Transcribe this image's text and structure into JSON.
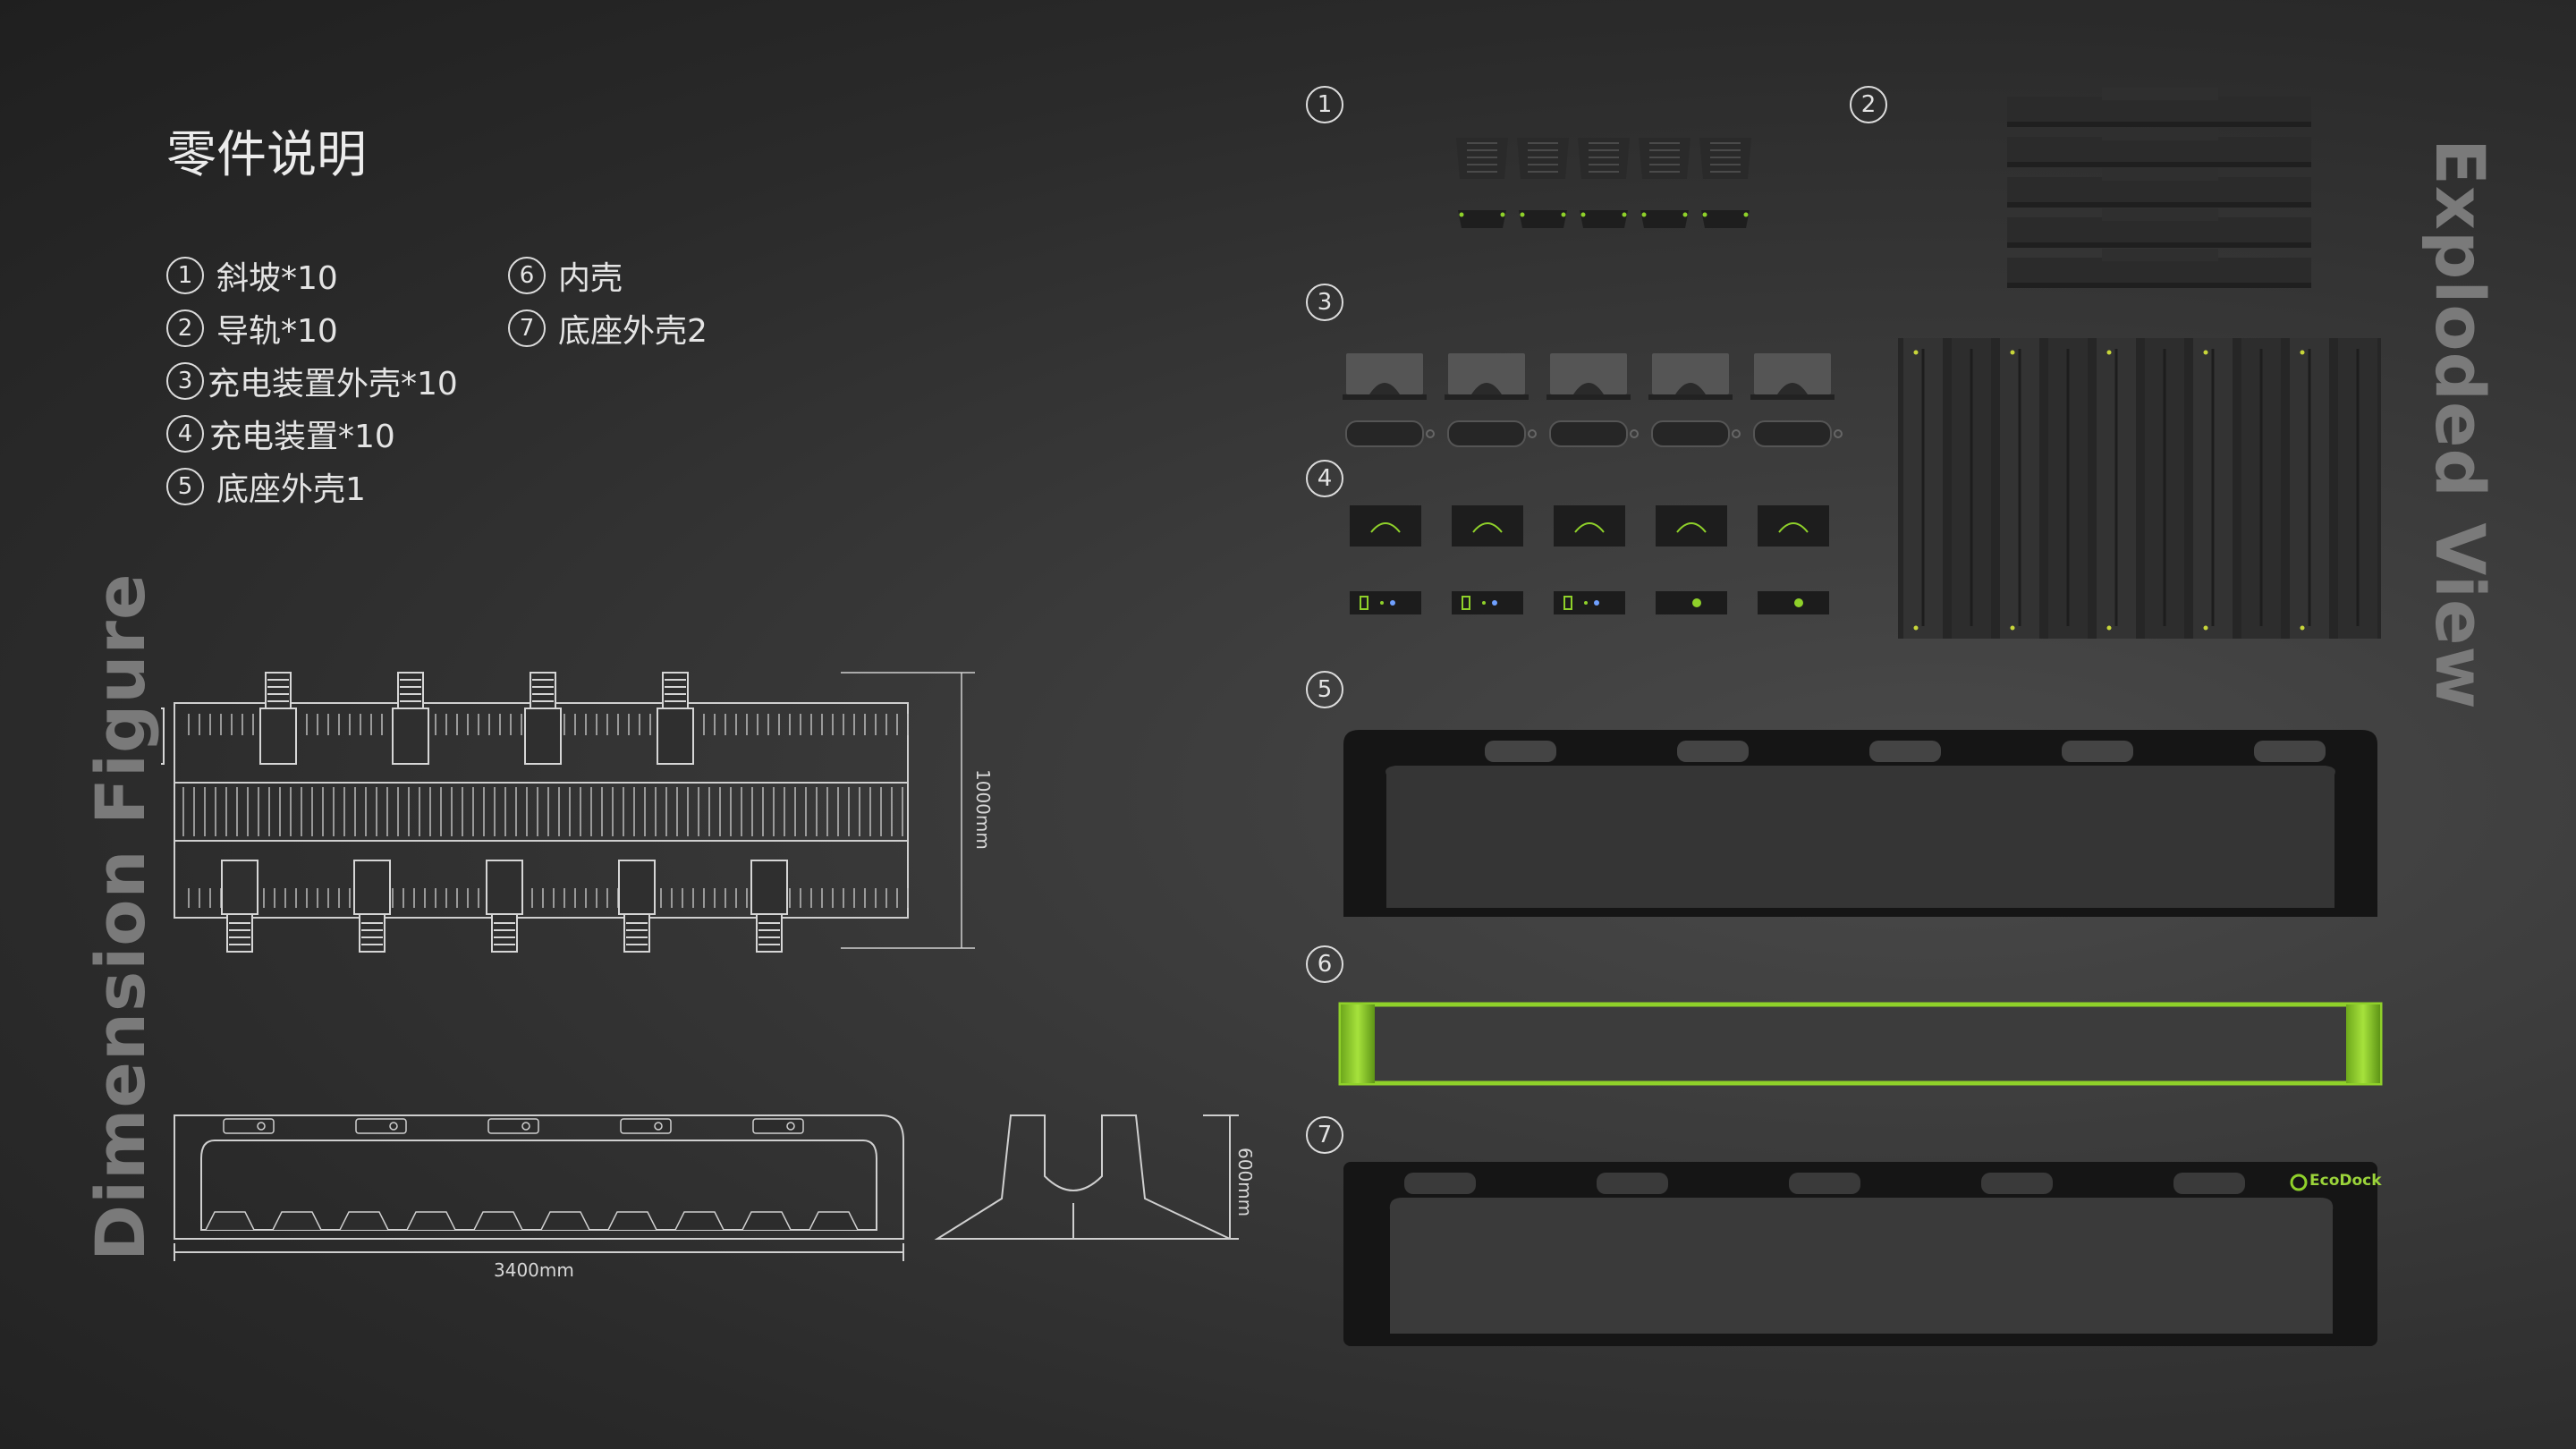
{
  "title": "零件说明",
  "legend": [
    {
      "num": "1",
      "label": "斜坡*10"
    },
    {
      "num": "2",
      "label": "导轨*10"
    },
    {
      "num": "3",
      "label": "充电装置外壳*10"
    },
    {
      "num": "4",
      "label": "充电装置*10"
    },
    {
      "num": "5",
      "label": "底座外壳1"
    },
    {
      "num": "6",
      "label": "内壳"
    },
    {
      "num": "7",
      "label": "底座外壳2"
    }
  ],
  "section_titles": {
    "dimension": "Dimension Figure",
    "exploded": "Exploded View"
  },
  "dimensions": {
    "height_top": "1000mm",
    "width": "3400mm",
    "height_side": "600mm"
  },
  "markers": [
    "1",
    "2",
    "3",
    "4",
    "5",
    "6",
    "7"
  ],
  "brand": "EcoDock",
  "colors": {
    "accent": "#8fd12a",
    "background": "#2e2e2e",
    "part_dark": "#1c1c1c"
  }
}
